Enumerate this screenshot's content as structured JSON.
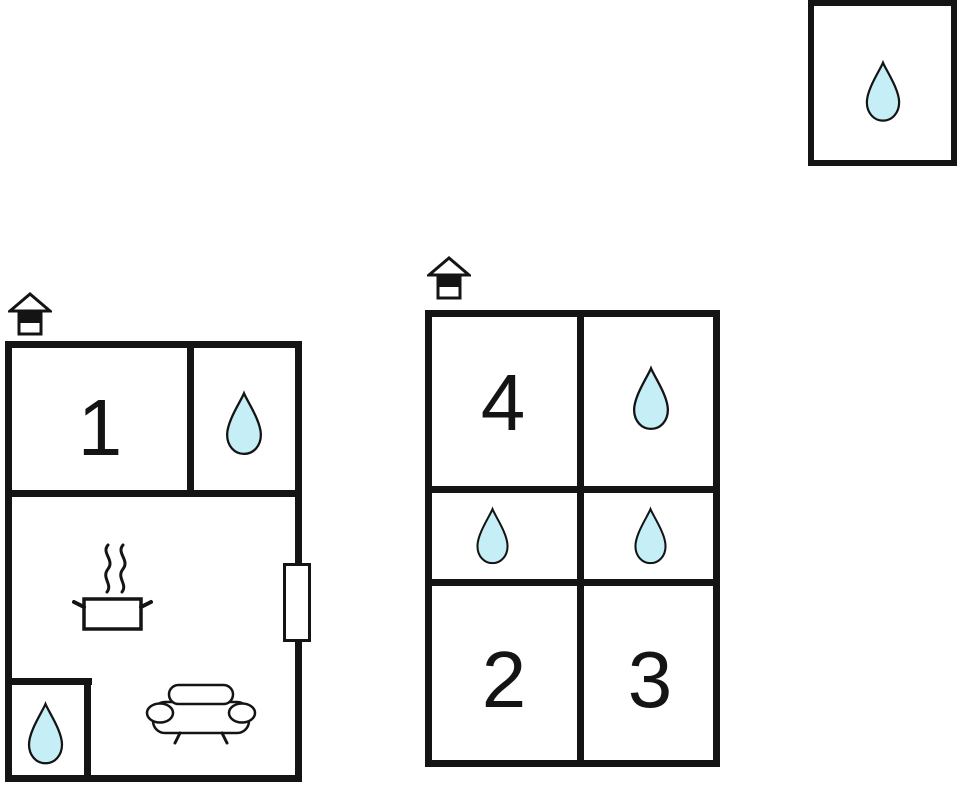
{
  "colors": {
    "background": "#ffffff",
    "wall": "#141414",
    "drop_fill": "#c5eef7",
    "drop_stroke": "#141414"
  },
  "annex": {
    "icons": [
      "water-drop"
    ]
  },
  "main_house": {
    "roof_icon": "house",
    "room_1_label": "1",
    "icons": [
      "water-drop",
      "water-drop",
      "stove-pot",
      "sofa"
    ],
    "window": "right-wall"
  },
  "second_house": {
    "roof_icon": "house",
    "room_4_label": "4",
    "room_2_label": "2",
    "room_3_label": "3",
    "icons": [
      "water-drop",
      "water-drop",
      "water-drop"
    ]
  }
}
